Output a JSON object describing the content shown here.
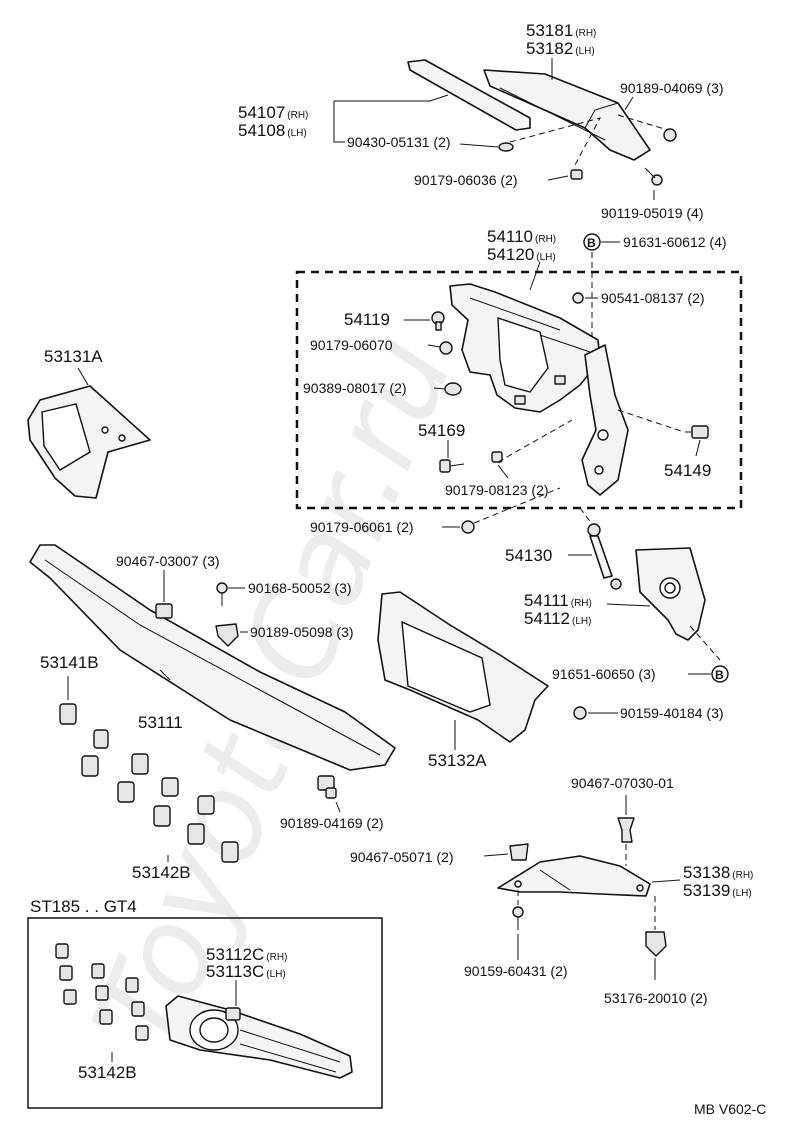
{
  "watermark": "ToyotaCar.ru",
  "variant_label": "ST185 . . GT4",
  "diagram_code": "MB V602-C",
  "marker_b": "B",
  "parts": {
    "p53181": {
      "num": "53181",
      "side": "(RH)"
    },
    "p53182": {
      "num": "53182",
      "side": "(LH)"
    },
    "p54107": {
      "num": "54107",
      "side": "(RH)"
    },
    "p54108": {
      "num": "54108",
      "side": "(LH)"
    },
    "p90430": {
      "num": "90430-05131 (2)"
    },
    "p90189a": {
      "num": "90189-04069 (3)"
    },
    "p90179a": {
      "num": "90179-06036 (2)"
    },
    "p90119": {
      "num": "90119-05019 (4)"
    },
    "p54110": {
      "num": "54110",
      "side": "(RH)"
    },
    "p54120": {
      "num": "54120",
      "side": "(LH)"
    },
    "p91631": {
      "num": "91631-60612 (4)"
    },
    "p90541": {
      "num": "90541-08137 (2)"
    },
    "p54119": {
      "num": "54119"
    },
    "p90179b": {
      "num": "90179-06070"
    },
    "p90389": {
      "num": "90389-08017 (2)"
    },
    "p53131A": {
      "num": "53131A"
    },
    "p54169": {
      "num": "54169"
    },
    "p54149": {
      "num": "54149"
    },
    "p90179c": {
      "num": "90179-08123 (2)"
    },
    "p90179d": {
      "num": "90179-06061 (2)"
    },
    "p54130": {
      "num": "54130"
    },
    "p90467a": {
      "num": "90467-03007 (3)"
    },
    "p90168": {
      "num": "90168-50052 (3)"
    },
    "p90189b": {
      "num": "90189-05098 (3)"
    },
    "p54111": {
      "num": "54111",
      "side": "(RH)"
    },
    "p54112": {
      "num": "54112",
      "side": "(LH)"
    },
    "p53141B": {
      "num": "53141B"
    },
    "p91651": {
      "num": "91651-60650 (3)"
    },
    "p53111": {
      "num": "53111"
    },
    "p90159a": {
      "num": "90159-40184 (3)"
    },
    "p53132A": {
      "num": "53132A"
    },
    "p90467b": {
      "num": "90467-07030-01"
    },
    "p90189c": {
      "num": "90189-04169 (2)"
    },
    "p53142Ba": {
      "num": "53142B"
    },
    "p90467c": {
      "num": "90467-05071 (2)"
    },
    "p53138": {
      "num": "53138",
      "side": "(RH)"
    },
    "p53139": {
      "num": "53139",
      "side": "(LH)"
    },
    "p53112C": {
      "num": "53112C",
      "side": "(RH)"
    },
    "p53113C": {
      "num": "53113C",
      "side": "(LH)"
    },
    "p90159b": {
      "num": "90159-60431 (2)"
    },
    "p53176": {
      "num": "53176-20010 (2)"
    },
    "p53142Bb": {
      "num": "53142B"
    }
  }
}
